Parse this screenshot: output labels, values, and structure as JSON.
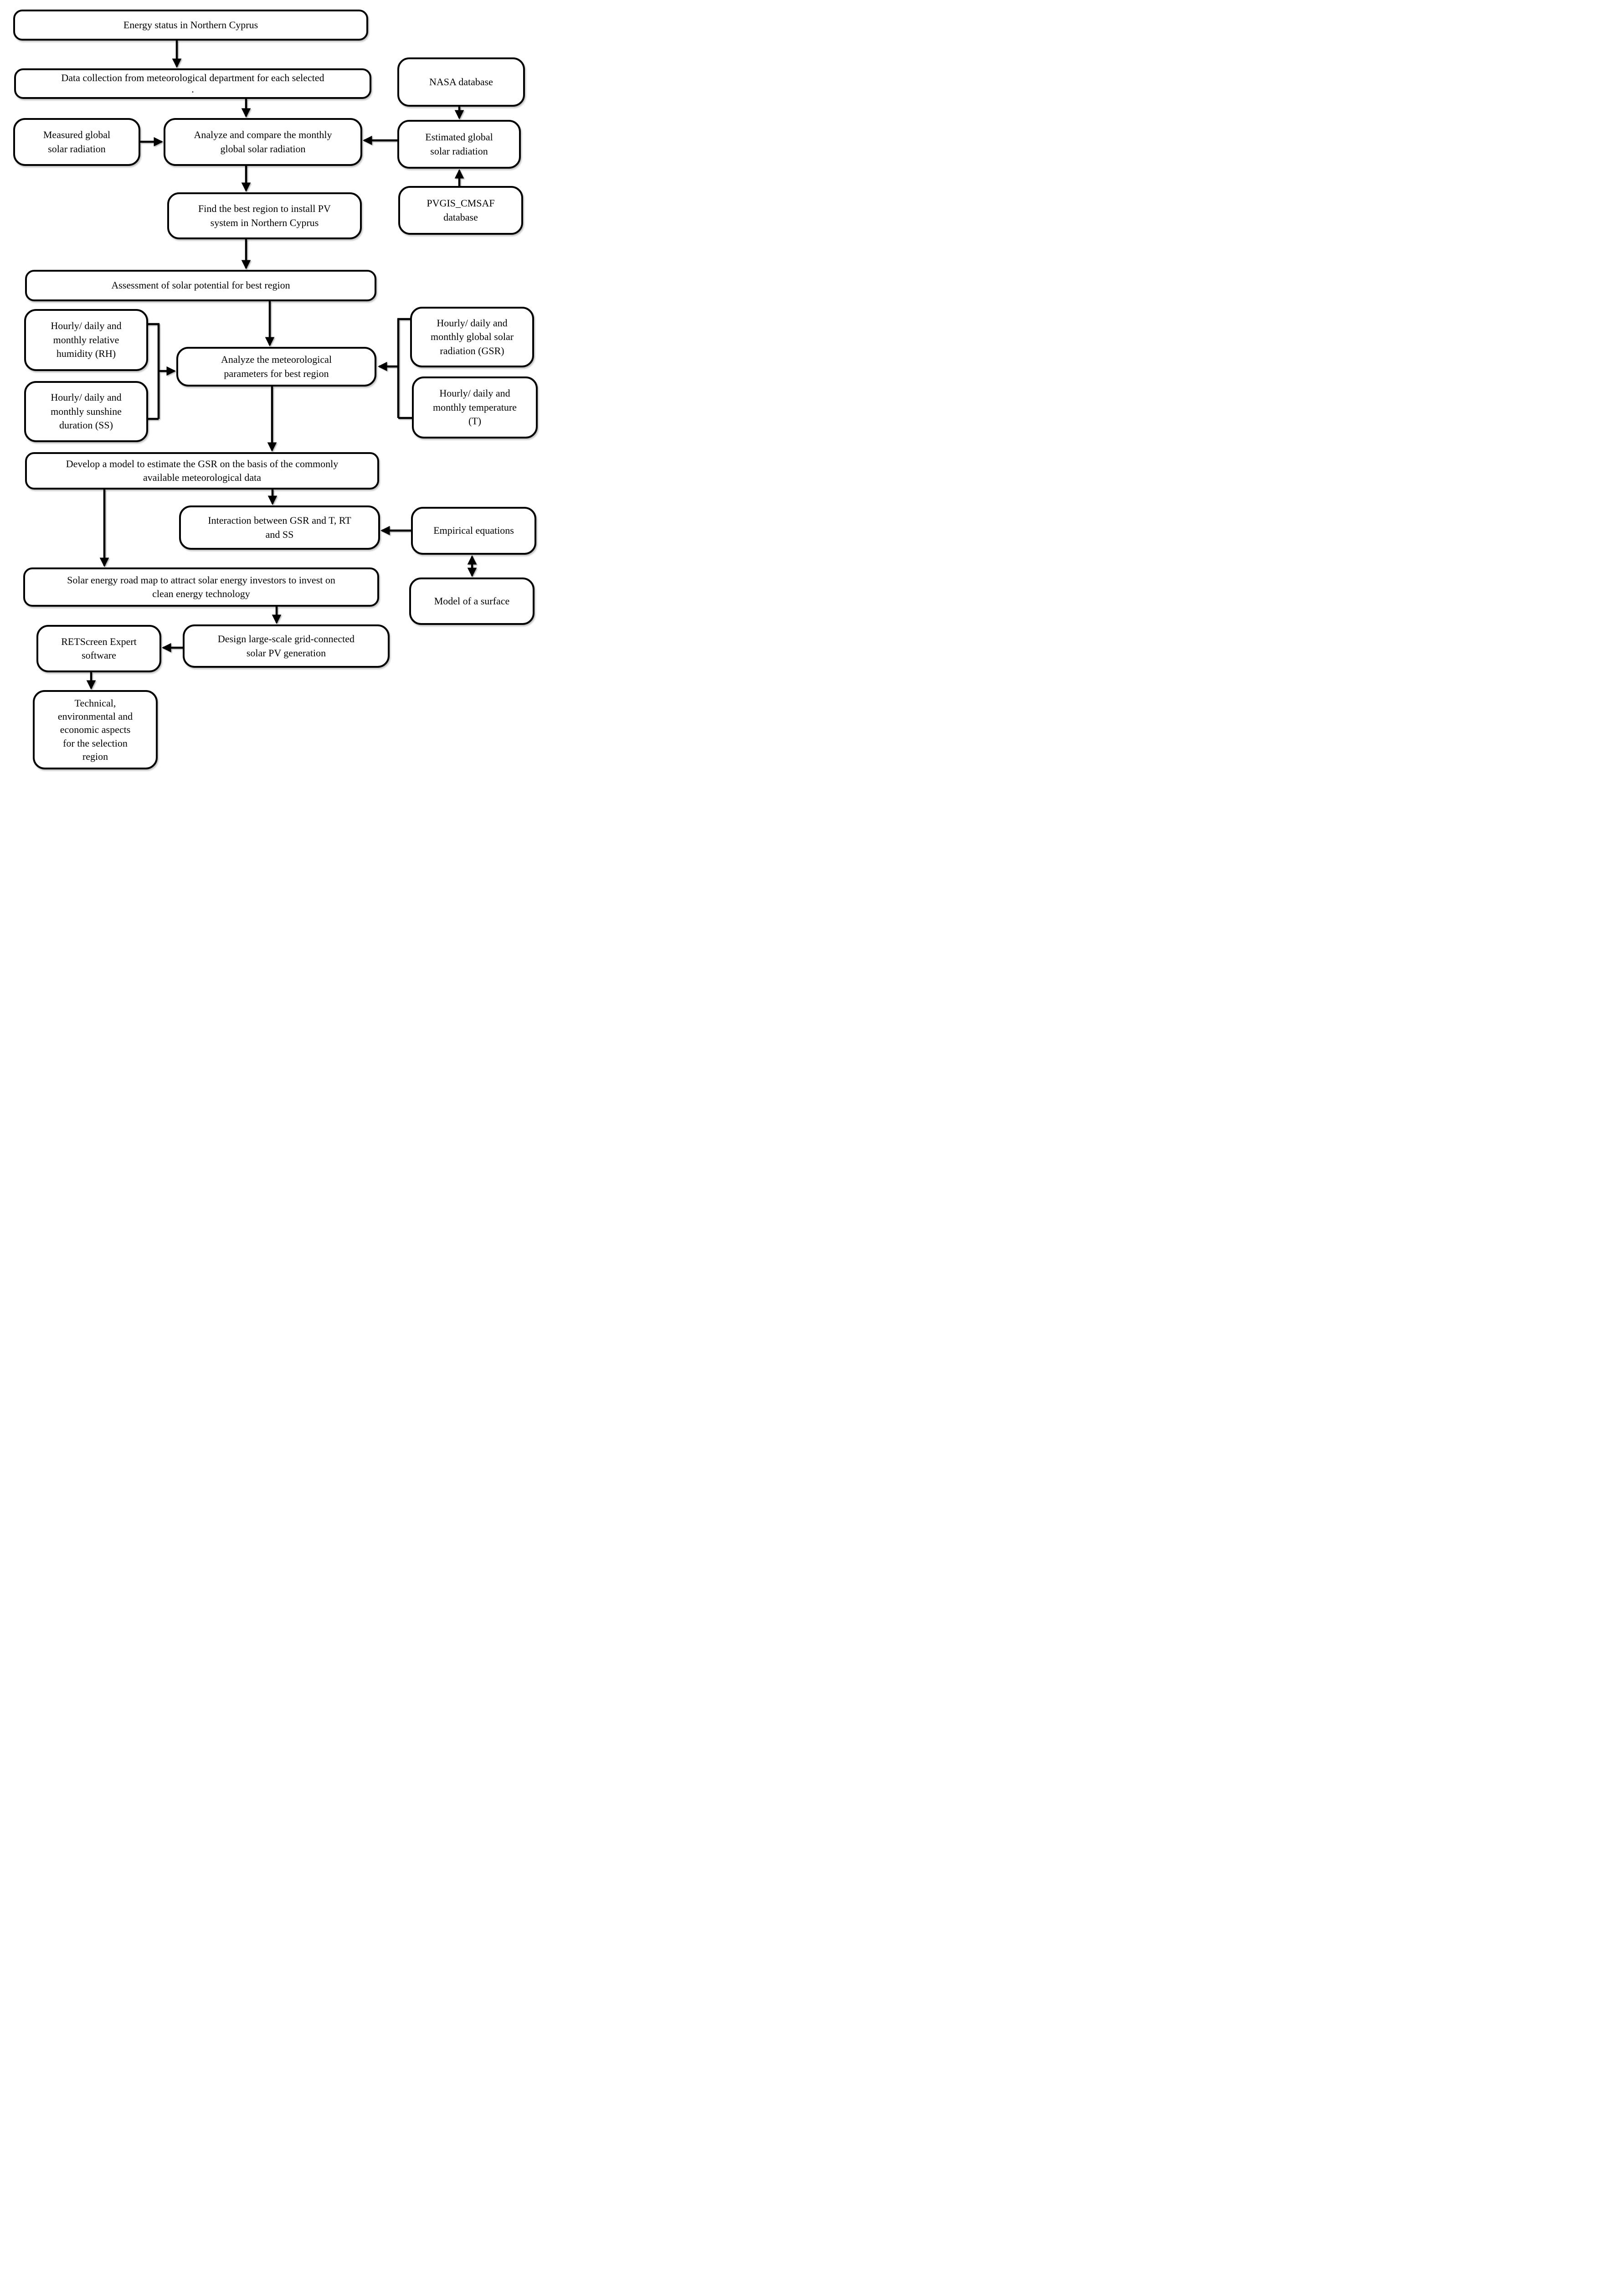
{
  "colors": {
    "ink": "#000000",
    "background": "#ffffff"
  },
  "nodes": {
    "energy_status": {
      "label": "Energy status in Northern Cyprus"
    },
    "data_collection": {
      "label": "Data collection from meteorological department for each selected\n."
    },
    "nasa": {
      "label": "NASA database"
    },
    "measured": {
      "label": "Measured global\nsolar radiation"
    },
    "analyze_compare": {
      "label": "Analyze and compare the monthly\nglobal solar radiation"
    },
    "estimated": {
      "label": "Estimated global\nsolar radiation"
    },
    "pvgis": {
      "label": "PVGIS_CMSAF\ndatabase"
    },
    "find_best": {
      "label": "Find the best region to install PV\nsystem in Northern Cyprus"
    },
    "assessment": {
      "label": "Assessment of solar potential for best region"
    },
    "rh": {
      "label": "Hourly/ daily and\nmonthly relative\nhumidity (RH)"
    },
    "analyze_met": {
      "label": "Analyze the meteorological\nparameters for best region"
    },
    "gsr": {
      "label": "Hourly/ daily and\nmonthly global solar\nradiation (GSR)"
    },
    "ss": {
      "label": "Hourly/ daily and\nmonthly sunshine\nduration (SS)"
    },
    "temp": {
      "label": "Hourly/ daily and\nmonthly temperature\n(T)"
    },
    "develop": {
      "label": "Develop a model to estimate the GSR on the basis of the commonly\navailable meteorological data"
    },
    "interaction": {
      "label": "Interaction between GSR and T, RT\nand SS"
    },
    "empirical": {
      "label": "Empirical equations"
    },
    "roadmap": {
      "label": "Solar energy road map to attract solar energy investors to invest on\nclean energy technology"
    },
    "model_surface": {
      "label": "Model of a surface"
    },
    "design": {
      "label": "Design large-scale grid-connected\nsolar PV generation"
    },
    "retscreen": {
      "label": "RETScreen Expert\nsoftware"
    },
    "technical": {
      "label": "Technical,\nenvironmental and\neconomic aspects\nfor the selection\nregion"
    }
  },
  "edges": [
    {
      "from": "energy_status",
      "to": "data_collection",
      "type": "arrow"
    },
    {
      "from": "data_collection",
      "to": "analyze_compare",
      "type": "arrow"
    },
    {
      "from": "nasa",
      "to": "estimated",
      "type": "arrow"
    },
    {
      "from": "measured",
      "to": "analyze_compare",
      "type": "arrow"
    },
    {
      "from": "estimated",
      "to": "analyze_compare",
      "type": "arrow"
    },
    {
      "from": "pvgis",
      "to": "estimated",
      "type": "arrow"
    },
    {
      "from": "analyze_compare",
      "to": "find_best",
      "type": "arrow"
    },
    {
      "from": "find_best",
      "to": "assessment",
      "type": "arrow"
    },
    {
      "from": "assessment",
      "to": "analyze_met",
      "type": "arrow"
    },
    {
      "from": "rh",
      "to": "analyze_met",
      "type": "bracket-arrow"
    },
    {
      "from": "ss",
      "to": "analyze_met",
      "type": "bracket-arrow"
    },
    {
      "from": "gsr",
      "to": "analyze_met",
      "type": "bracket-arrow"
    },
    {
      "from": "temp",
      "to": "analyze_met",
      "type": "bracket-arrow"
    },
    {
      "from": "analyze_met",
      "to": "develop",
      "type": "arrow"
    },
    {
      "from": "develop",
      "to": "interaction",
      "type": "arrow"
    },
    {
      "from": "develop",
      "to": "roadmap",
      "type": "arrow"
    },
    {
      "from": "empirical",
      "to": "interaction",
      "type": "arrow"
    },
    {
      "from": "empirical",
      "to": "model_surface",
      "type": "double-arrow"
    },
    {
      "from": "roadmap",
      "to": "design",
      "type": "arrow"
    },
    {
      "from": "design",
      "to": "retscreen",
      "type": "arrow"
    },
    {
      "from": "retscreen",
      "to": "technical",
      "type": "arrow"
    }
  ]
}
